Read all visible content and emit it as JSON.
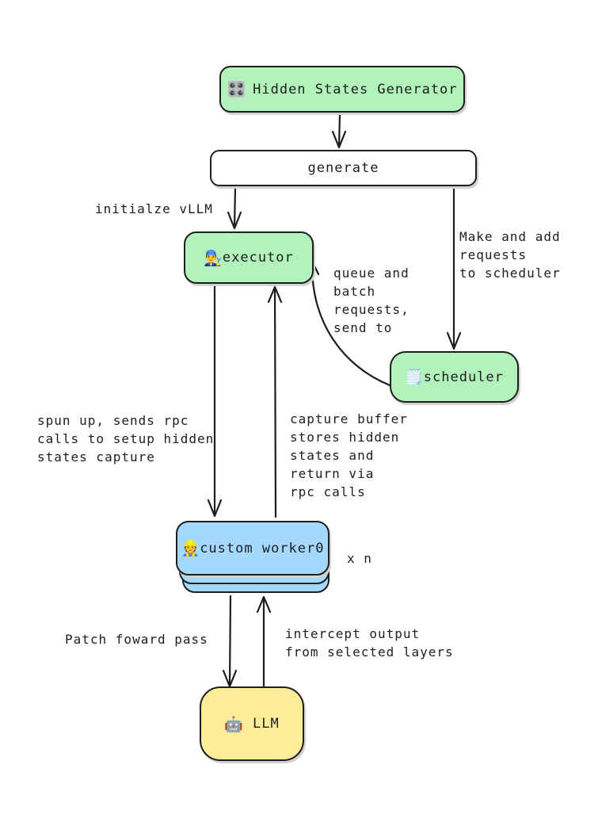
{
  "colors": {
    "node_green": "#b2f2bb",
    "node_blue": "#a5d8ff",
    "node_yellow": "#ffec99",
    "node_white": "#ffffff",
    "stroke": "#1e1e1e"
  },
  "nodes": {
    "generator": {
      "icon": "🎛️",
      "label": "Hidden States Generator"
    },
    "generate": {
      "label": "generate"
    },
    "executor": {
      "icon": "👨‍🔧",
      "label": "executor"
    },
    "scheduler": {
      "icon": "🗒️",
      "label": "scheduler"
    },
    "worker": {
      "icon": "👷",
      "label": "custom worker0",
      "multiplier_label": "x n"
    },
    "llm": {
      "icon": "🤖",
      "label": "LLM"
    }
  },
  "edge_labels": {
    "initialize_vllm": "initialze vLLM",
    "make_and_add": "Make and add\nrequests\nto scheduler",
    "queue_and_batch": "queue and\nbatch\nrequests,\nsend to",
    "spun_up": "spun up, sends rpc\ncalls to setup hidden\nstates capture",
    "capture_buffer": "capture buffer\nstores hidden\nstates and\nreturn via\nrpc calls",
    "patch_forward": "Patch foward pass",
    "intercept_output": "intercept output\nfrom selected layers"
  }
}
